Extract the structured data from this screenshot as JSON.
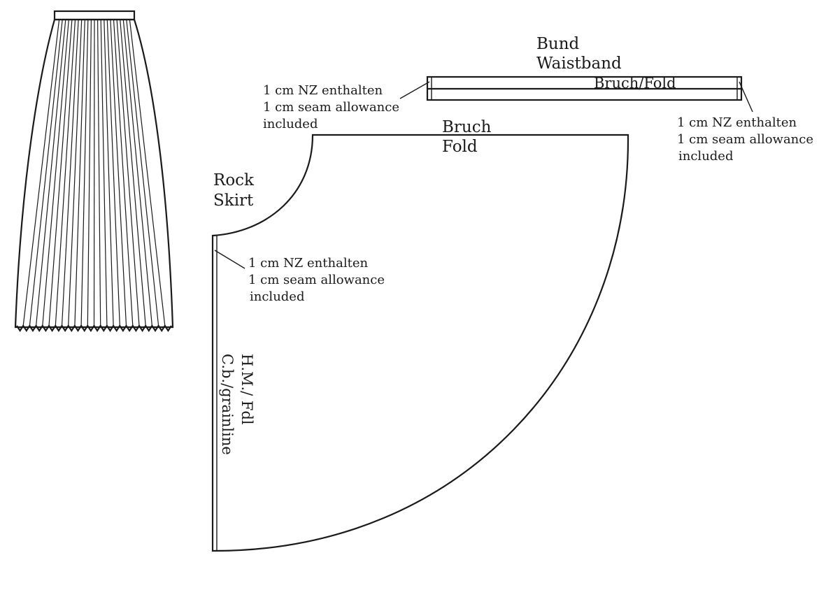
{
  "labels": {
    "waistband_de": "Bund",
    "waistband_en": "Waistband",
    "waistband_fold": "Bruch/Fold",
    "skirt_de": "Rock",
    "skirt_en": "Skirt",
    "skirt_fold_de": "Bruch",
    "skirt_fold_en": "Fold",
    "grainline_de": "H.M./ Fdl",
    "grainline_en": "C.b./grainline"
  },
  "seam_notes": {
    "waistband_left": [
      "1 cm NZ enthalten",
      "1 cm seam allowance",
      "included"
    ],
    "waistband_right": [
      "1 cm NZ enthalten",
      "1 cm seam allowance",
      "included"
    ],
    "skirt_side": [
      "1 cm NZ enthalten",
      "1 cm seam allowance",
      "included"
    ]
  },
  "illustration": {
    "name": "pleated maxi skirt"
  }
}
